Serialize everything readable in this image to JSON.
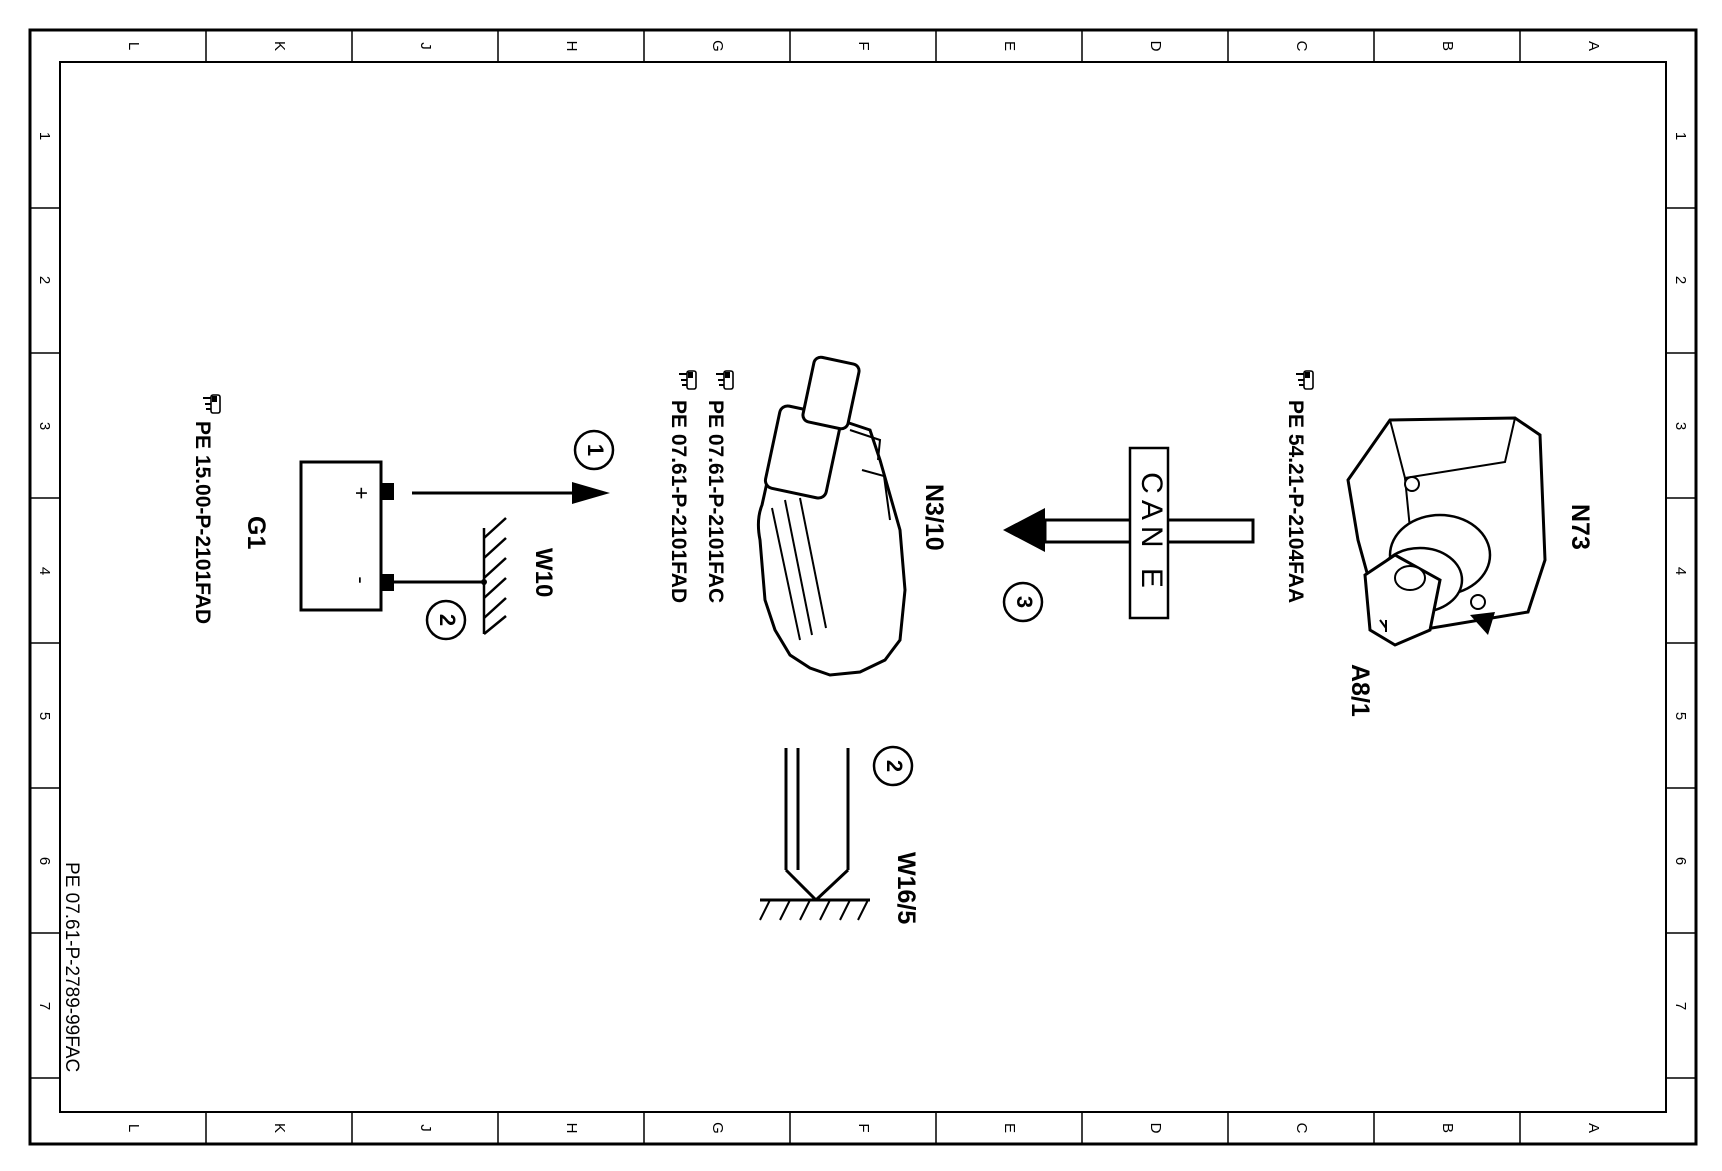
{
  "frame": {
    "columns": [
      "L",
      "K",
      "J",
      "H",
      "G",
      "F",
      "E",
      "D",
      "C",
      "B",
      "A"
    ],
    "rows": [
      "1",
      "2",
      "3",
      "4",
      "5",
      "6",
      "7"
    ]
  },
  "doc_id": "PE 07.61-P-2789-99FAC",
  "components": {
    "g1": {
      "designation": "G1",
      "ref": "PE 15.00-P-2101FAD",
      "plus": "+",
      "minus": "-"
    },
    "w10": {
      "designation": "W10"
    },
    "n3_10": {
      "designation": "N3/10",
      "ref1": "PE 07.61-P-2101FAC",
      "ref2": "PE 07.61-P-2101FAD"
    },
    "w16_5": {
      "designation": "W16/5"
    },
    "n73": {
      "designation": "N73",
      "ref": "PE 54.21-P-2104FAA"
    },
    "a8_1": {
      "designation": "A8/1"
    }
  },
  "bus": {
    "label": "CAN E"
  },
  "callouts": {
    "c1": "1",
    "c2a": "2",
    "c2b": "2",
    "c3": "3"
  },
  "icons": [
    "pointing-hand-icon"
  ]
}
